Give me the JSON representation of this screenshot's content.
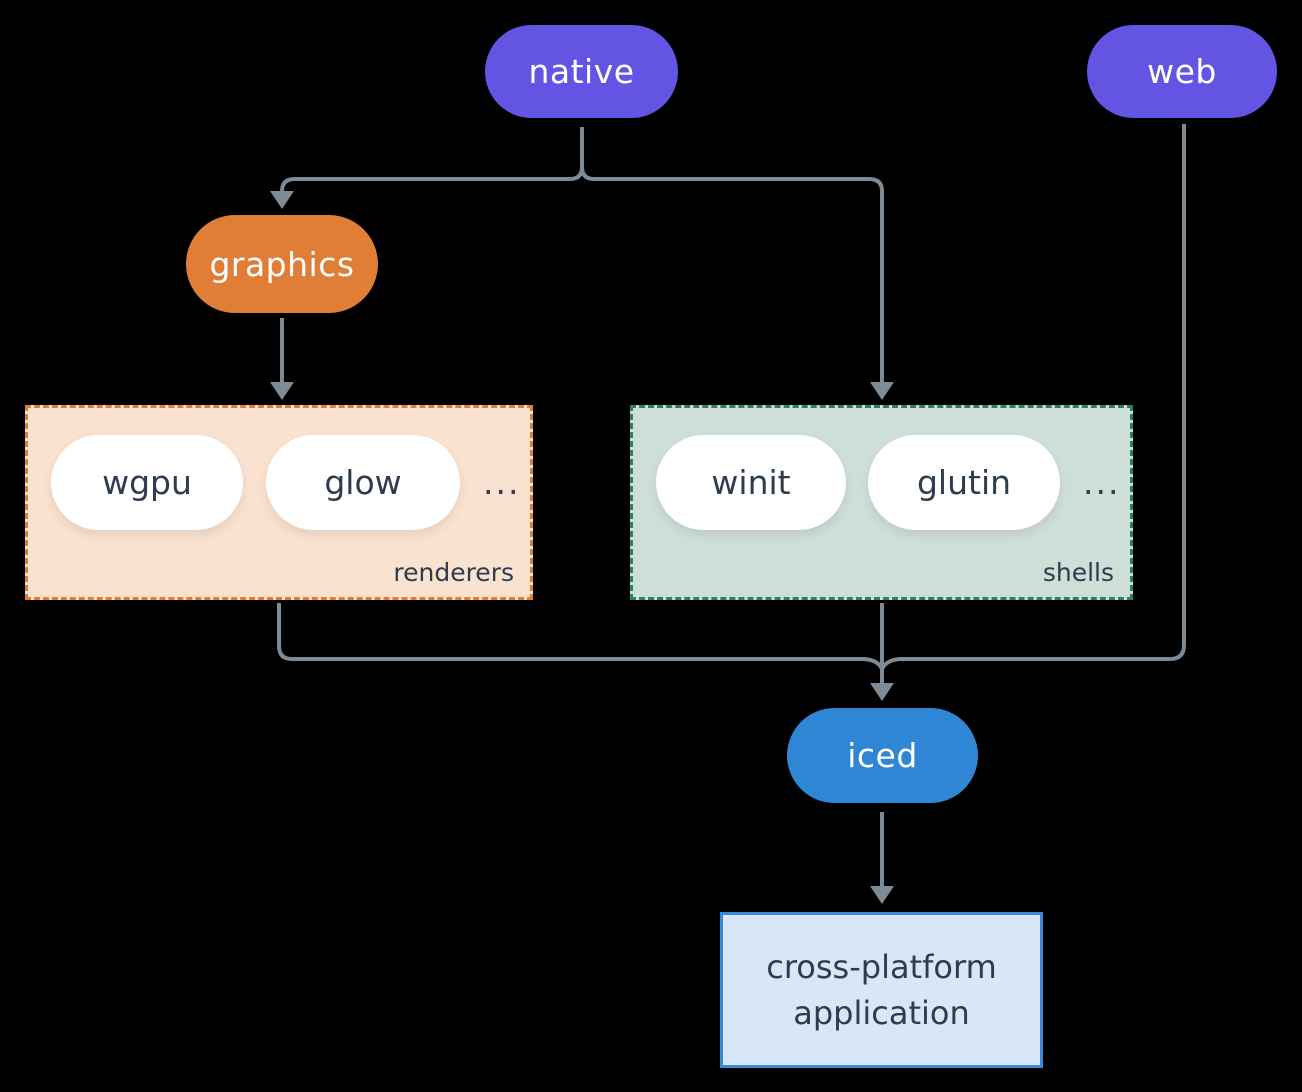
{
  "colors": {
    "bg": "#000000",
    "purple": "#6454e4",
    "orange": "#e07e38",
    "blue": "#2e86d4",
    "peach_bg": "#fae2d0",
    "green_bg": "#cedfd8",
    "teal_border": "#2f7d6e",
    "lightblue_bg": "#d7e7f7",
    "blue_border": "#3a8ad8",
    "dark_text": "#2d3c4e",
    "line": "#7d8b96"
  },
  "nodes": {
    "native": "native",
    "web": "web",
    "graphics": "graphics",
    "iced": "iced",
    "app": "cross-platform application"
  },
  "groups": {
    "renderers": {
      "label": "renderers",
      "items": [
        "wgpu",
        "glow"
      ],
      "ellipsis": "..."
    },
    "shells": {
      "label": "shells",
      "items": [
        "winit",
        "glutin"
      ],
      "ellipsis": "..."
    }
  }
}
